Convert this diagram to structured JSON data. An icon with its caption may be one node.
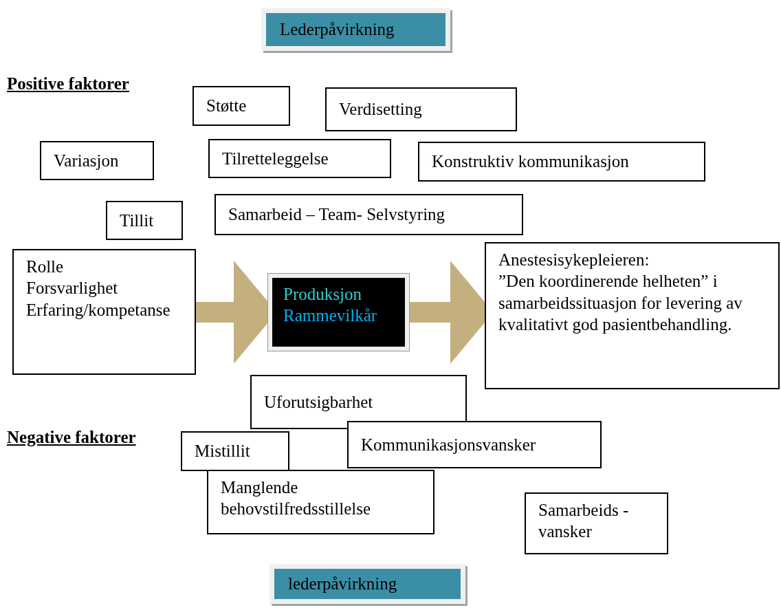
{
  "diagram": {
    "nodes": [
      {
        "text": [
          "Lederpåvirkning"
        ]
      },
      {
        "text": [
          "Støtte"
        ]
      },
      {
        "text": [
          "Verdisetting"
        ]
      },
      {
        "text": [
          "Variasjon"
        ]
      },
      {
        "text": [
          "Tilretteleggelse"
        ]
      },
      {
        "text": [
          "Konstruktiv kommunikasjon"
        ]
      },
      {
        "text": [
          "Tillit"
        ]
      },
      {
        "text": [
          "Samarbeid – Team- Selvstyring"
        ]
      },
      {
        "text": [
          "Rolle",
          "Forsvarlighet",
          "Erfaring/kompetanse"
        ]
      },
      {
        "text": [
          "Produksjon",
          "Rammevilkår"
        ]
      },
      {
        "text": [
          "Anestesisykepleieren:",
          "”Den koordinerende helheten” i samarbeidssituasjon for levering av kvalitativt god pasientbehandling."
        ]
      },
      {
        "text": [
          "Uforutsigbarhet"
        ]
      },
      {
        "text": [
          "Mistillit"
        ]
      },
      {
        "text": [
          "Kommunikasjonsvansker"
        ]
      },
      {
        "text": [
          "Manglende behovstilfredsstillelse"
        ]
      },
      {
        "text": [
          "Samarbeids - vansker"
        ]
      },
      {
        "text": [
          "lederpåvirkning"
        ]
      }
    ],
    "edges": [
      {
        "from": 8,
        "to": 9,
        "arrow": "to"
      },
      {
        "from": 9,
        "to": 10,
        "arrow": "to"
      }
    ],
    "labels": [
      "Positive faktorer",
      "Negative faktorer"
    ]
  }
}
